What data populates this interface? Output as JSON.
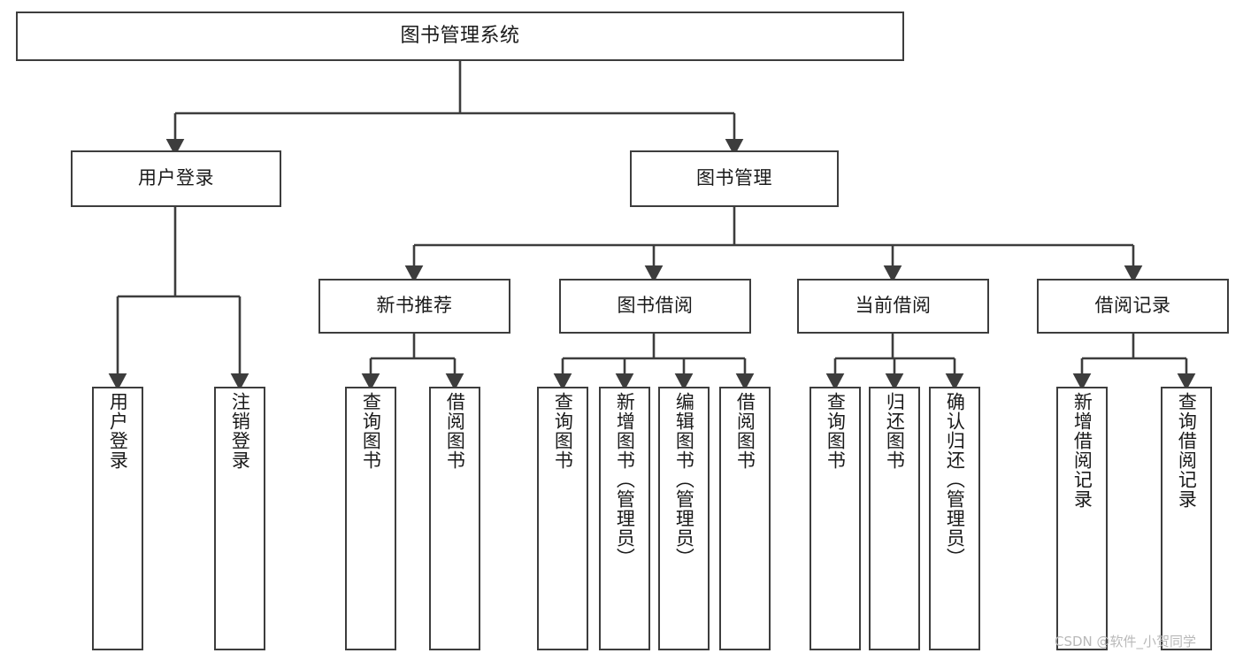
{
  "diagram": {
    "title": "图书管理系统",
    "type": "hierarchy-tree",
    "line_color": "#3d3d3d",
    "box_fill": "#ffffff",
    "text_color": "#1a1a1a"
  },
  "nodes": {
    "root": {
      "label": "图书管理系统"
    },
    "level2": [
      {
        "label": "用户登录"
      },
      {
        "label": "图书管理"
      }
    ],
    "level3": [
      {
        "label": "新书推荐"
      },
      {
        "label": "图书借阅"
      },
      {
        "label": "当前借阅"
      },
      {
        "label": "借阅记录"
      }
    ],
    "leaves_user_login": [
      {
        "label": "用户登录"
      },
      {
        "label": "注销登录"
      }
    ],
    "leaves_new_books": [
      {
        "label": "查询图书"
      },
      {
        "label": "借阅图书"
      }
    ],
    "leaves_book_borrow": [
      {
        "label": "查询图书"
      },
      {
        "label": "新增图书（管理员）"
      },
      {
        "label": "编辑图书（管理员）"
      },
      {
        "label": "借阅图书"
      }
    ],
    "leaves_current_borrow": [
      {
        "label": "查询图书"
      },
      {
        "label": "归还图书"
      },
      {
        "label": "确认归还（管理员）"
      }
    ],
    "leaves_borrow_records": [
      {
        "label": "新增借阅记录"
      },
      {
        "label": "查询借阅记录"
      }
    ]
  },
  "watermark": {
    "text": "CSDN @软件_小贺同学"
  }
}
